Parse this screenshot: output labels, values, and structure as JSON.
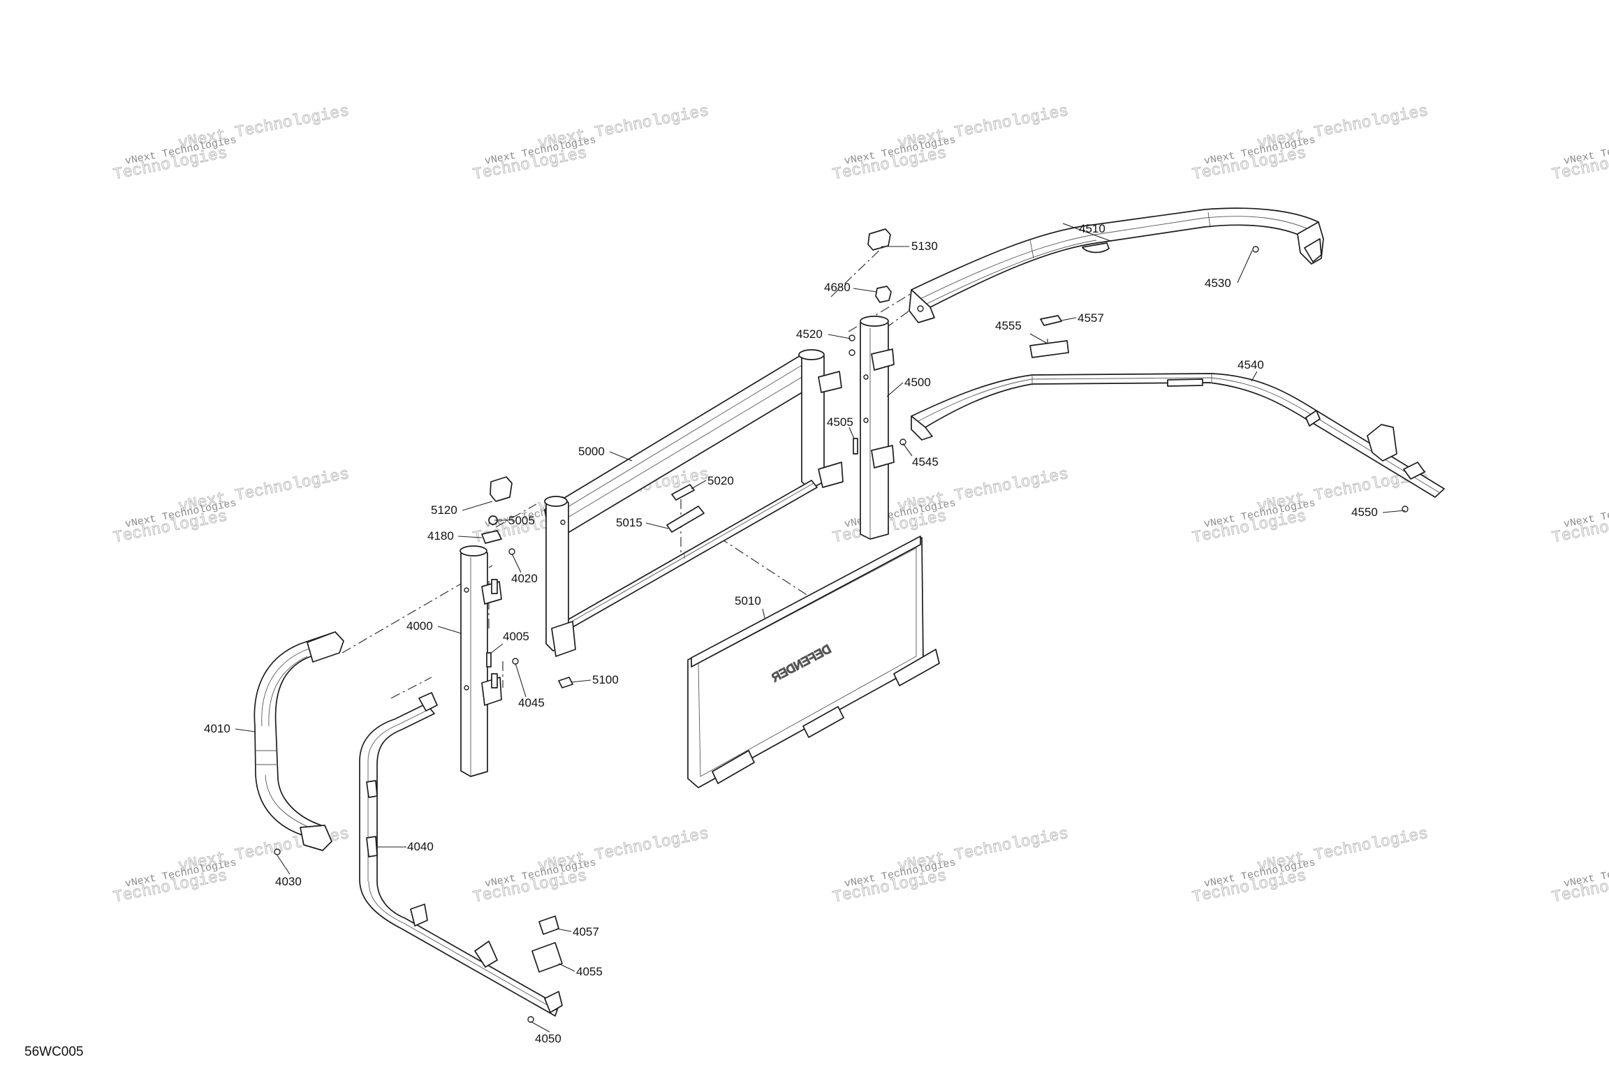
{
  "diagram": {
    "code": "56WC005",
    "watermark": {
      "line1": "vNext Technologies",
      "line2": "Technologies"
    },
    "logo_text": "DEFENDER",
    "parts": [
      {
        "id": "p4510",
        "label": "4510"
      },
      {
        "id": "p5130",
        "label": "5130"
      },
      {
        "id": "p4680",
        "label": "4680"
      },
      {
        "id": "p4530",
        "label": "4530"
      },
      {
        "id": "p4520",
        "label": "4520"
      },
      {
        "id": "p4557",
        "label": "4557"
      },
      {
        "id": "p4555",
        "label": "4555"
      },
      {
        "id": "p4540",
        "label": "4540"
      },
      {
        "id": "p4500",
        "label": "4500"
      },
      {
        "id": "p4505",
        "label": "4505"
      },
      {
        "id": "p4545",
        "label": "4545"
      },
      {
        "id": "p5000",
        "label": "5000"
      },
      {
        "id": "p5020",
        "label": "5020"
      },
      {
        "id": "p4550",
        "label": "4550"
      },
      {
        "id": "p5120",
        "label": "5120"
      },
      {
        "id": "p5005",
        "label": "5005"
      },
      {
        "id": "p5015",
        "label": "5015"
      },
      {
        "id": "p4180",
        "label": "4180"
      },
      {
        "id": "p4020",
        "label": "4020"
      },
      {
        "id": "p5010",
        "label": "5010"
      },
      {
        "id": "p4000",
        "label": "4000"
      },
      {
        "id": "p4005",
        "label": "4005"
      },
      {
        "id": "p5100",
        "label": "5100"
      },
      {
        "id": "p4045",
        "label": "4045"
      },
      {
        "id": "p4010",
        "label": "4010"
      },
      {
        "id": "p4040",
        "label": "4040"
      },
      {
        "id": "p4030",
        "label": "4030"
      },
      {
        "id": "p4057",
        "label": "4057"
      },
      {
        "id": "p4055",
        "label": "4055"
      },
      {
        "id": "p4050",
        "label": "4050"
      }
    ]
  }
}
